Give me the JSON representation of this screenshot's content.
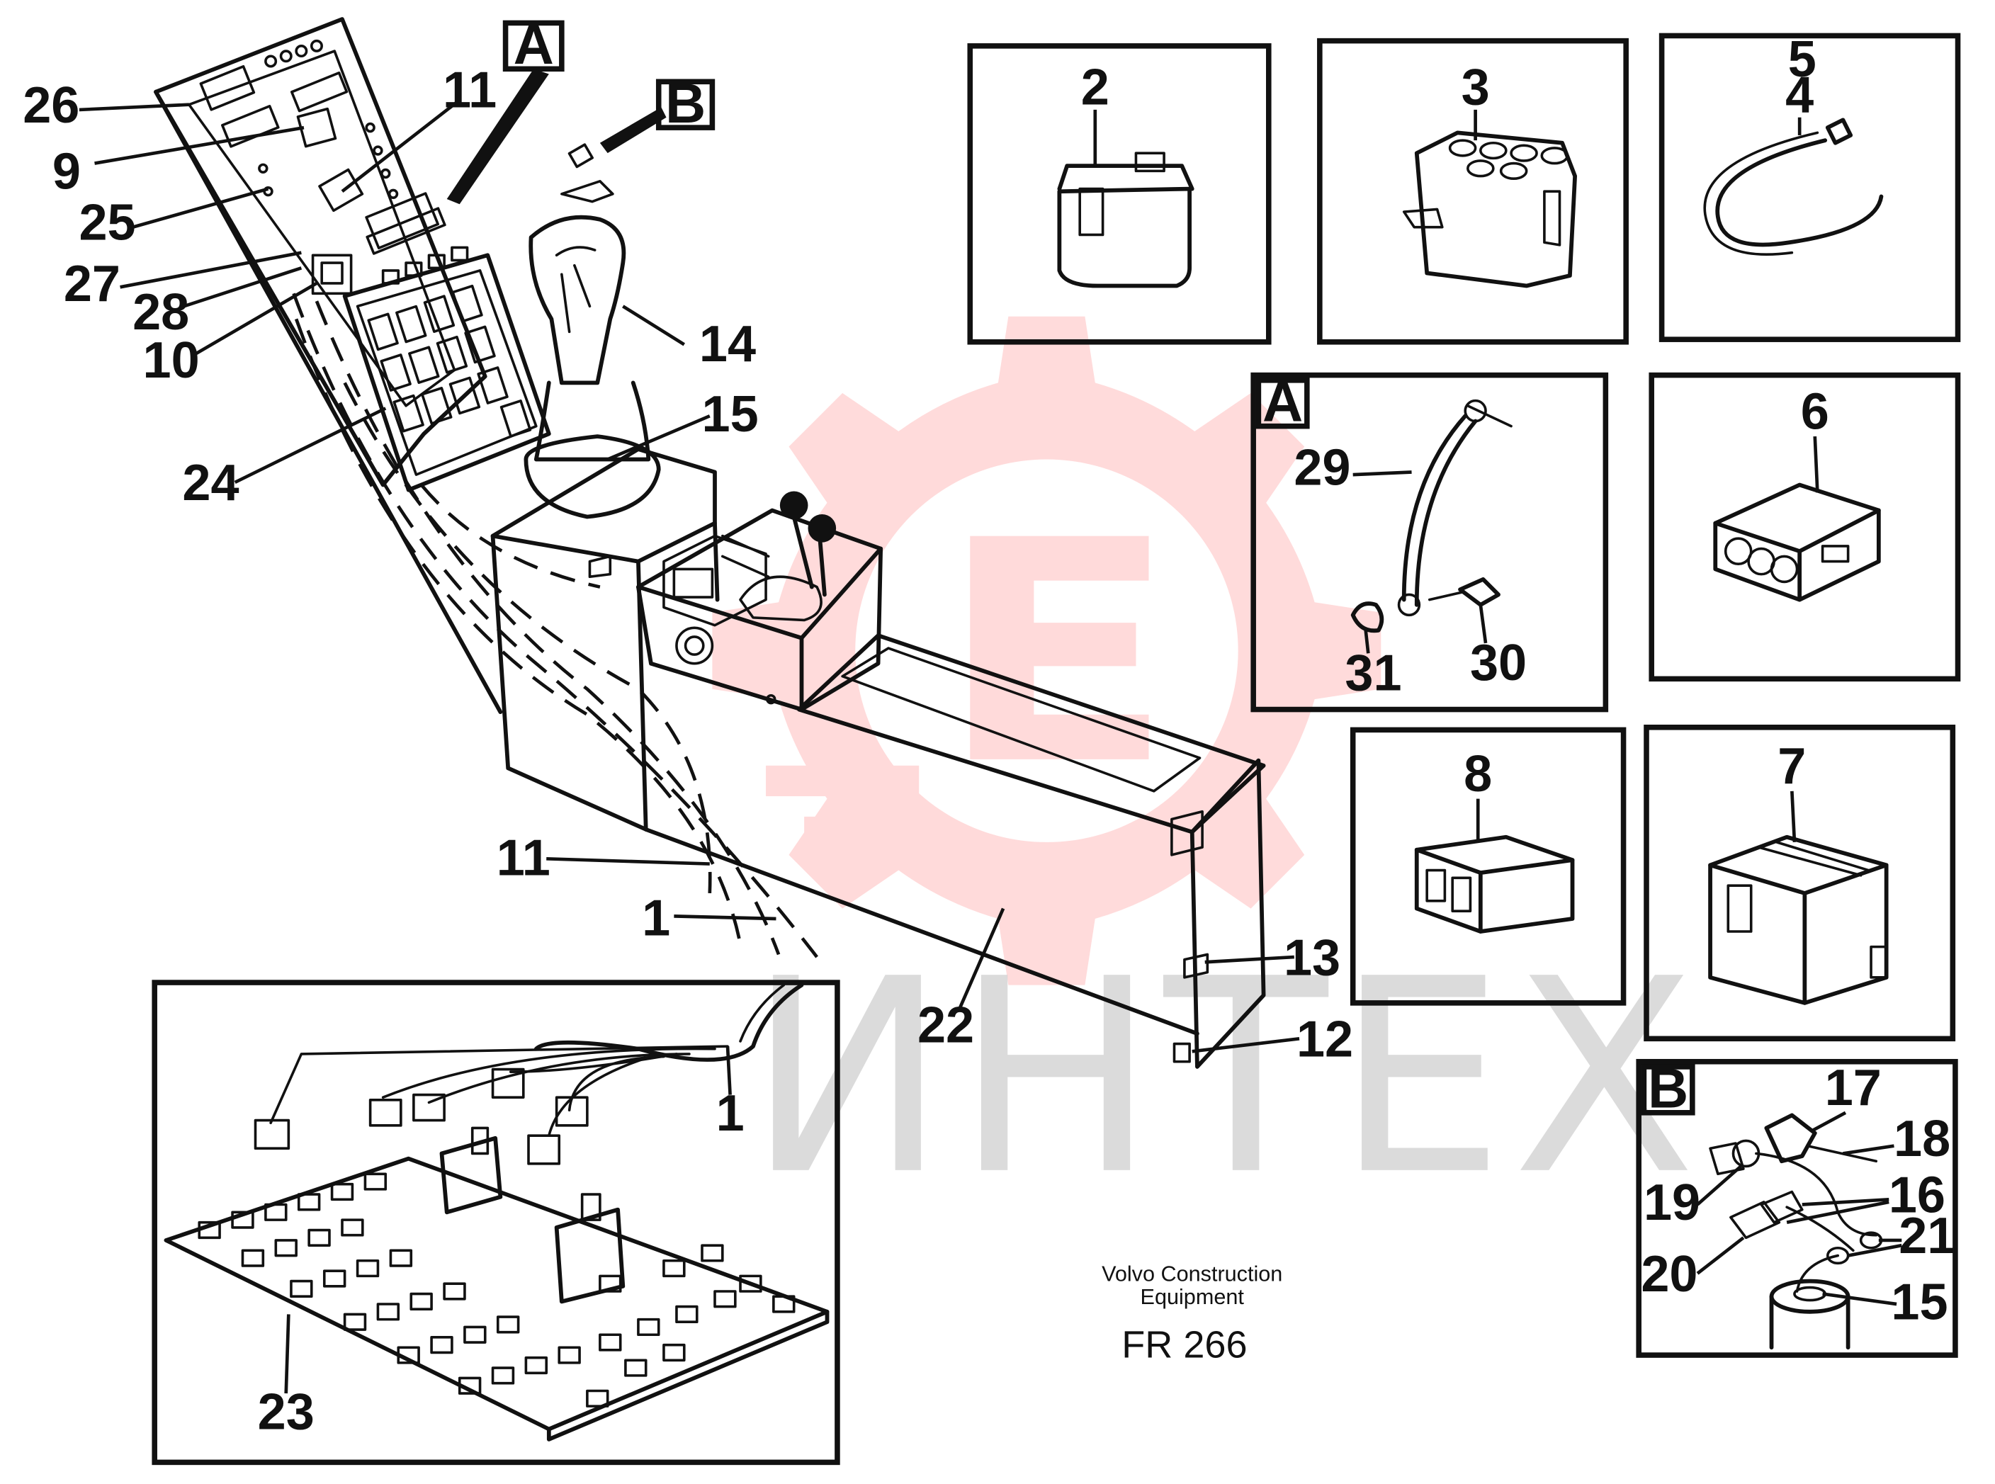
{
  "watermark": {
    "text": "ИНТЕХ",
    "color": "#ff5a5a",
    "text_color": "#cfcfcf"
  },
  "colors": {
    "ink": "#111111",
    "knob": "#111111",
    "logo": "#ff5a5a"
  },
  "inset_labels": {
    "a": "A",
    "b": "B"
  },
  "callouts": {
    "c1": "1",
    "c1b": "1",
    "c2": "2",
    "c3": "3",
    "c4": "4",
    "c5": "5",
    "c6": "6",
    "c7": "7",
    "c8": "8",
    "c9": "9",
    "c10": "10",
    "c11": "11",
    "c11b": "11",
    "c12": "12",
    "c13": "13",
    "c14": "14",
    "c15": "15",
    "c15b": "15",
    "c16": "16",
    "c17": "17",
    "c18": "18",
    "c19": "19",
    "c20": "20",
    "c21": "21",
    "c22": "22",
    "c23": "23",
    "c24": "24",
    "c25": "25",
    "c26": "26",
    "c27": "27",
    "c28": "28",
    "c29": "29",
    "c30": "30",
    "c31": "31"
  },
  "footer": {
    "maker_line1": "Volvo Construction",
    "maker_line2": "Equipment",
    "code": "FR 266"
  },
  "icons": {
    "logo": "gear-logo-icon",
    "knob": "lever-knob-icon"
  }
}
